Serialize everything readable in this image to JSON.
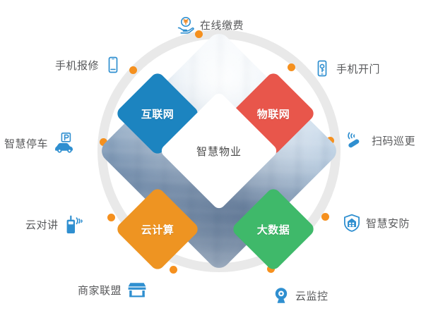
{
  "diagram": {
    "type": "hub-and-spoke-diamond-infographic",
    "center": {
      "label": "智慧物业",
      "text_color": "#4a4a4a"
    },
    "ring": {
      "color": "#e9e9e9",
      "dot_color": "#f5901e",
      "dot_count": 8
    },
    "pillars": [
      {
        "label": "互联网",
        "color": "#1c84c0",
        "position": "top-left"
      },
      {
        "label": "物联网",
        "color": "#e8564b",
        "position": "top-right"
      },
      {
        "label": "云计算",
        "color": "#ee9422",
        "position": "bottom-left"
      },
      {
        "label": "大数据",
        "color": "#3fb96a",
        "position": "bottom-right"
      }
    ],
    "features": [
      {
        "label": "在线缴费",
        "icon": "hand-money-icon",
        "position": "top",
        "icon_side": "left"
      },
      {
        "label": "手机报修",
        "icon": "mobile-phone-icon",
        "position": "upper-left",
        "icon_side": "right"
      },
      {
        "label": "手机开门",
        "icon": "phone-key-icon",
        "position": "upper-right",
        "icon_side": "left"
      },
      {
        "label": "智慧停车",
        "icon": "car-parking-icon",
        "position": "left",
        "icon_side": "right"
      },
      {
        "label": "扫码巡更",
        "icon": "scanner-icon",
        "position": "right",
        "icon_side": "left"
      },
      {
        "label": "云对讲",
        "icon": "walkie-talkie-icon",
        "position": "lower-left",
        "icon_side": "right"
      },
      {
        "label": "智慧安防",
        "icon": "shield-house-icon",
        "position": "lower-right",
        "icon_side": "left"
      },
      {
        "label": "商家联盟",
        "icon": "storefront-icon",
        "position": "bottom-left",
        "icon_side": "right"
      },
      {
        "label": "云监控",
        "icon": "cctv-camera-icon",
        "position": "bottom-right",
        "icon_side": "left"
      }
    ],
    "icon_color": "#2f8fd0"
  }
}
